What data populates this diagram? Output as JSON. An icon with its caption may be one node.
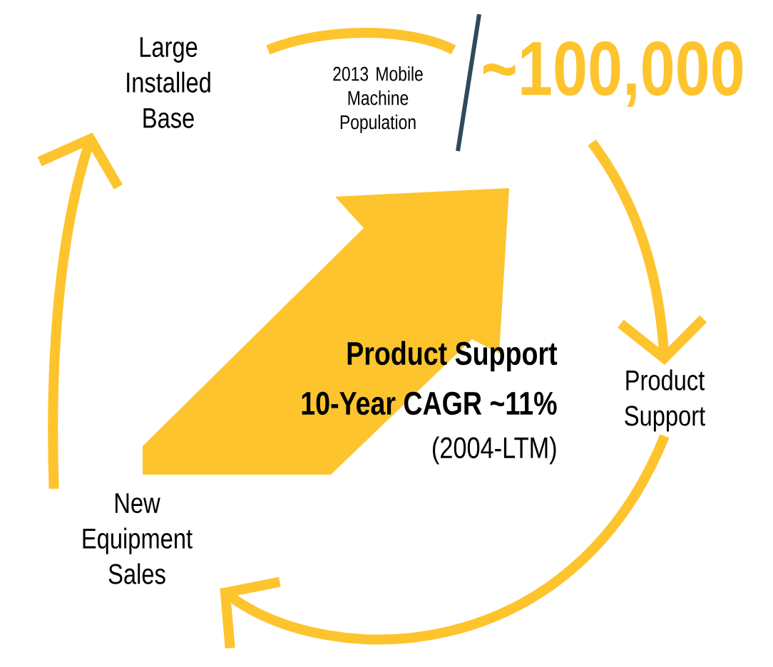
{
  "diagram": {
    "nodes": [
      {
        "text": [
          "Large Installed Base"
        ]
      },
      {
        "text": [
          "Product Support"
        ]
      },
      {
        "text": [
          "New Equipment Sales"
        ]
      }
    ],
    "edges": [
      {
        "from": null,
        "to": 1,
        "arrow": "to"
      },
      {
        "from": 1,
        "to": 2,
        "arrow": "to"
      },
      {
        "from": 2,
        "to": 0,
        "arrow": "to"
      }
    ],
    "labels": [
      "2013 Mobile Machine Population",
      "~100,000",
      "Product Support",
      "10-Year CAGR ~11%",
      "(2004-LTM)"
    ]
  }
}
